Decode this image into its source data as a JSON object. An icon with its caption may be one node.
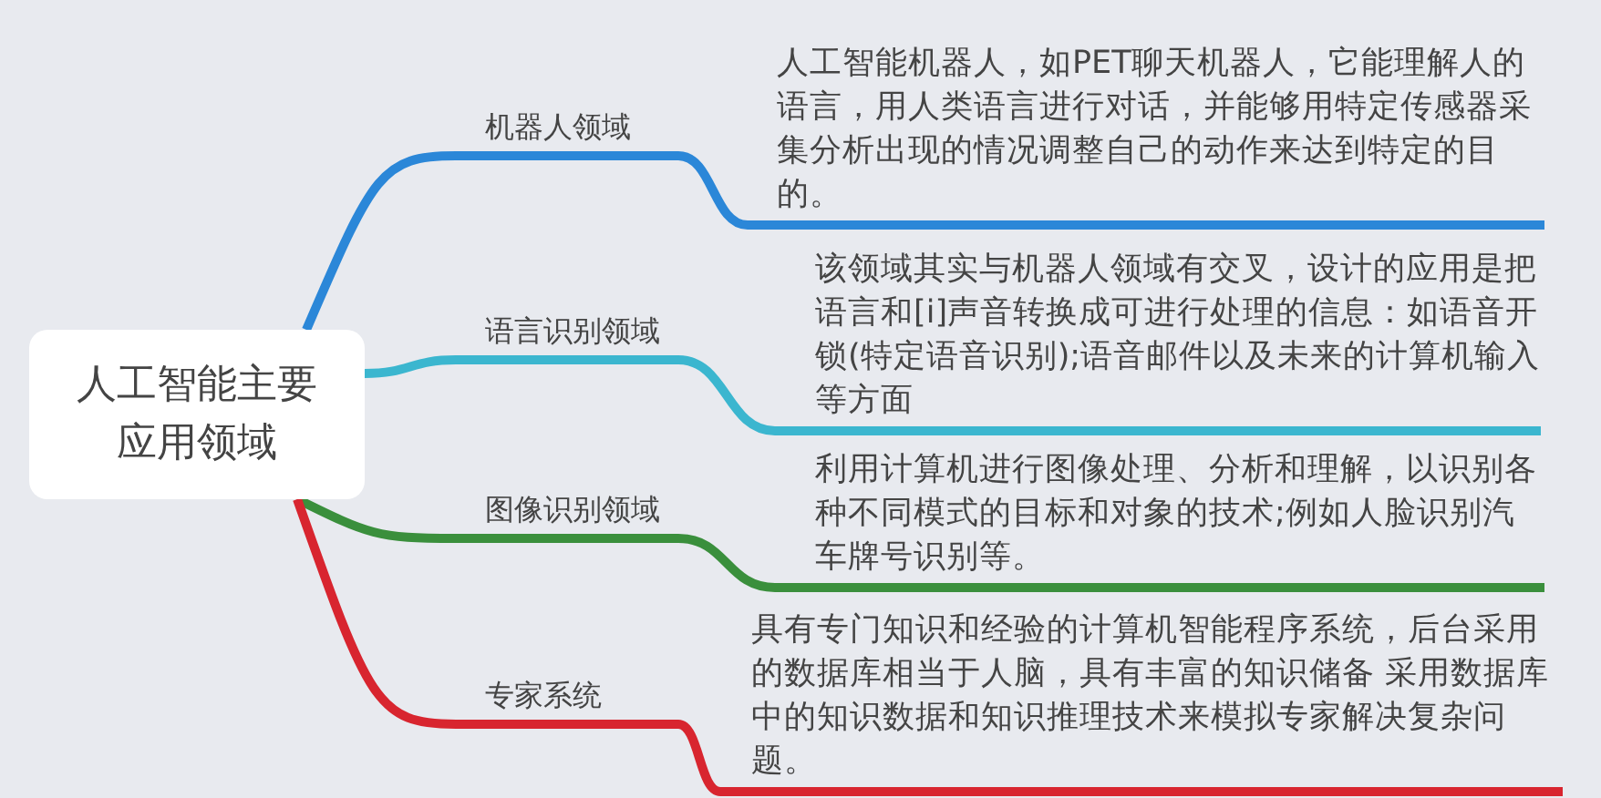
{
  "diagram": {
    "nodes": [
      {
        "text": [
          "人工智能主要应用领域"
        ]
      },
      {
        "text": [
          "机器人领域"
        ]
      },
      {
        "text": [
          "语言识别领域"
        ]
      },
      {
        "text": [
          "图像识别领域"
        ]
      },
      {
        "text": [
          "专家系统"
        ]
      },
      {
        "text": [
          "人工智能机器人，如PET聊天机器人，它能理解人的语言，用人类语言进行对话，并能够用特定传感器采集分析出现的情况调整自己的动作来达到特定的目的。"
        ]
      },
      {
        "text": [
          "该领域其实与机器人领域有交叉，设计的应用是把语言和[i]声音转换成可进行处理的信息：如语音开锁(特定语音识别);语音邮件以及未来的计算机输入等方面"
        ]
      },
      {
        "text": [
          "利用计算机进行图像处理、分析和理解，以识别各种不同模式的目标和对象的技术;例如人脸识别汽车牌号识别等。"
        ]
      },
      {
        "text": [
          "具有专门知识和经验的计算机智能程序系统，后台采用的数据库相当于人脑，具有丰富的知识储备 采用数据库中的知识数据和知识推理技术来模拟专家解决复杂问题。"
        ]
      }
    ],
    "edges": [
      {
        "from": 0,
        "to": 1,
        "arrow": "none",
        "color": "#2b87d8"
      },
      {
        "from": 0,
        "to": 2,
        "arrow": "none",
        "color": "#3bb6cf"
      },
      {
        "from": 0,
        "to": 3,
        "arrow": "none",
        "color": "#3a8f3c"
      },
      {
        "from": 0,
        "to": 4,
        "arrow": "none",
        "color": "#d8252f"
      },
      {
        "from": 1,
        "to": 5,
        "arrow": "none",
        "color": "#2b87d8"
      },
      {
        "from": 2,
        "to": 6,
        "arrow": "none",
        "color": "#3bb6cf"
      },
      {
        "from": 3,
        "to": 7,
        "arrow": "none",
        "color": "#3a8f3c"
      },
      {
        "from": 4,
        "to": 8,
        "arrow": "none",
        "color": "#d8252f"
      }
    ]
  }
}
